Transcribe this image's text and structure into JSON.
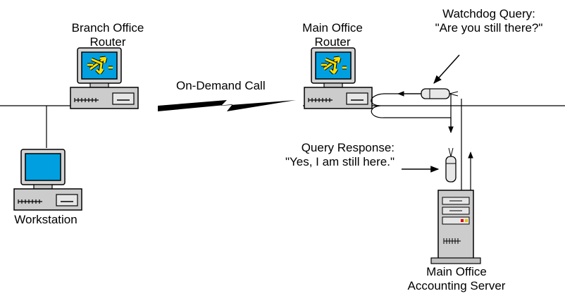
{
  "labels": {
    "branch_router": [
      "Branch Office",
      "Router"
    ],
    "main_router": [
      "Main Office",
      "Router"
    ],
    "watchdog": [
      "Watchdog Query:",
      "\"Are you still there?\""
    ],
    "call": "On-Demand Call",
    "response": [
      "Query Response:",
      "\"Yes, I am still here.\""
    ],
    "workstation": "Workstation",
    "server": [
      "Main Office",
      "Accounting Server"
    ]
  },
  "icons": {
    "router": "router-computer-icon",
    "workstation": "workstation-computer-icon",
    "server": "tower-server-icon",
    "packet": "data-packet-icon"
  },
  "colors": {
    "screen_blue": "#00a0e0",
    "router_arrow": "#f8e000",
    "device_gray": "#c8c8c8",
    "led_red": "#e00000",
    "led_yellow": "#f0c000"
  }
}
